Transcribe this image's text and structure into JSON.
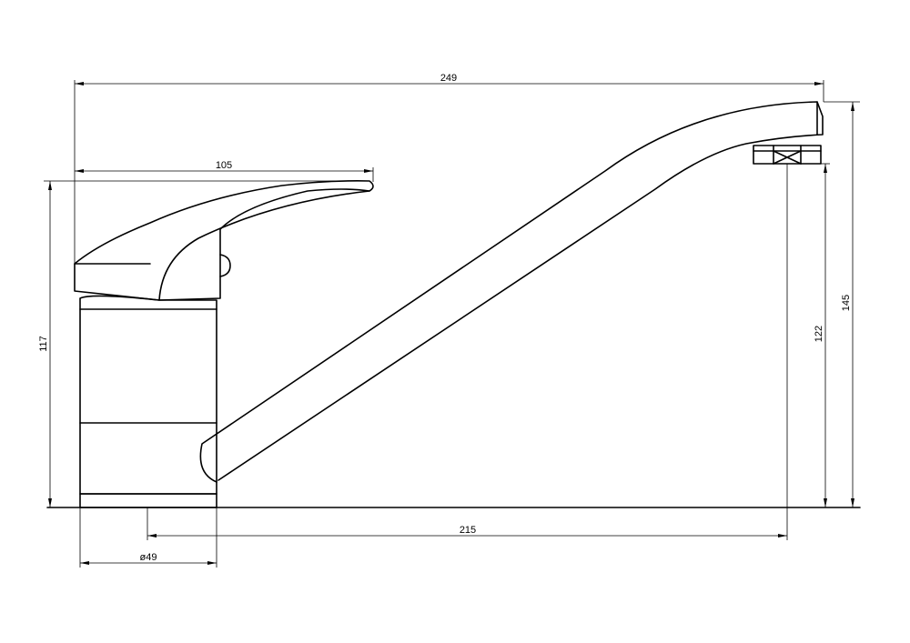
{
  "drawing": {
    "stroke_color": "#000000",
    "background_color": "#ffffff",
    "dimensions": {
      "overall_length": "249",
      "lever_length": "105",
      "body_height": "117",
      "spout_outlet_height": "122",
      "overall_height": "145",
      "spout_reach": "215",
      "base_diameter": "ø49"
    }
  }
}
